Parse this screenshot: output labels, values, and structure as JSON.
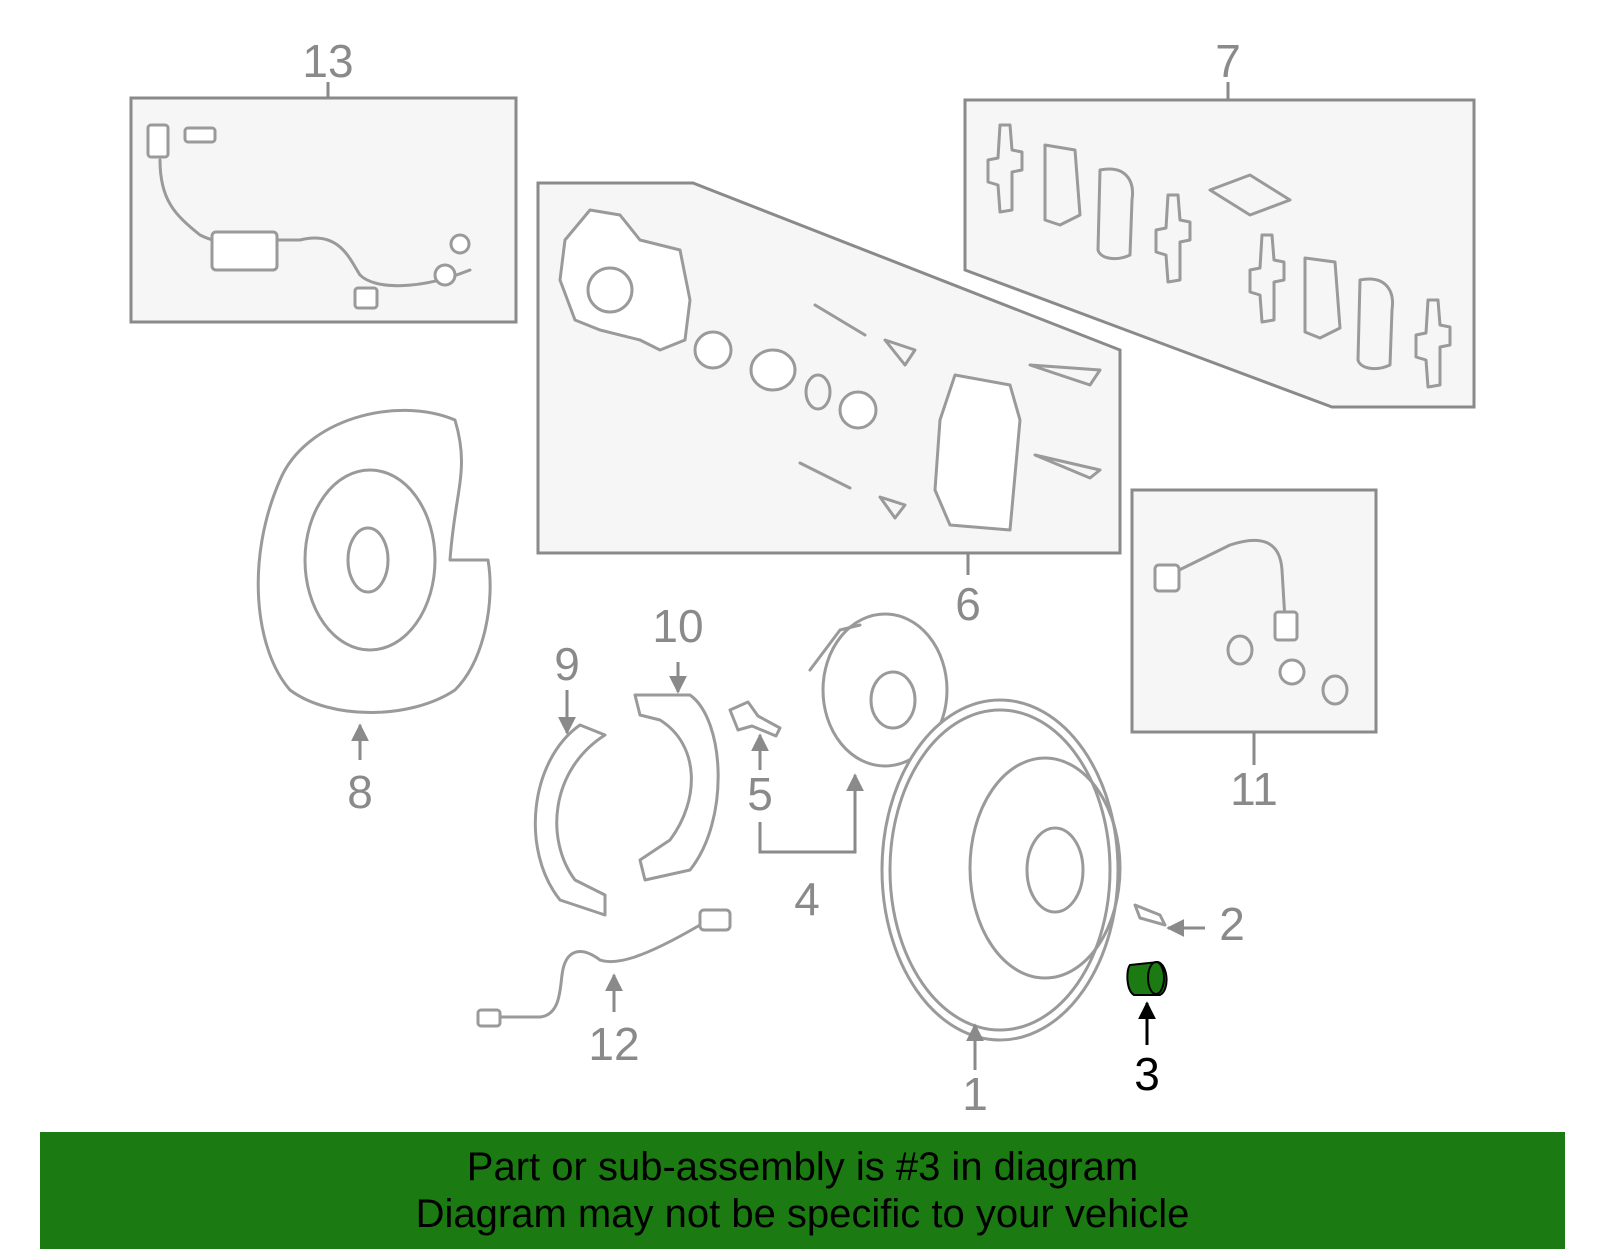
{
  "diagram": {
    "callouts": [
      "1",
      "2",
      "3",
      "4",
      "5",
      "6",
      "7",
      "8",
      "9",
      "10",
      "11",
      "12",
      "13"
    ],
    "highlighted_callout": "3",
    "highlight_color": "#1b7a11"
  },
  "banner": {
    "line1": "Part or sub-assembly is #3 in diagram",
    "line2": "Diagram may not be specific to your vehicle",
    "background": "#1b7a11"
  }
}
